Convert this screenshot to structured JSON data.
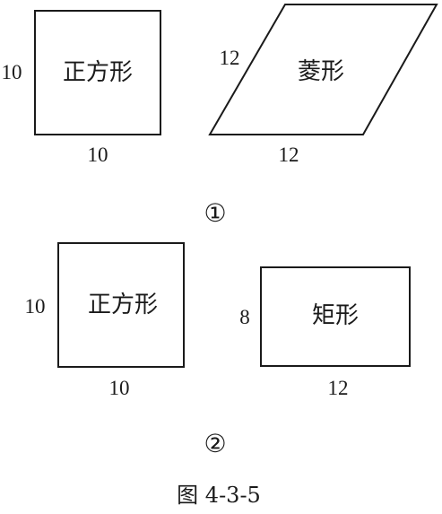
{
  "group1": {
    "marker": "①",
    "square": {
      "label": "正方形",
      "side_label": "10",
      "bottom_label": "10"
    },
    "rhombus": {
      "label": "菱形",
      "side_label": "12",
      "bottom_label": "12"
    }
  },
  "group2": {
    "marker": "②",
    "square": {
      "label": "正方形",
      "side_label": "10",
      "bottom_label": "10"
    },
    "rectangle": {
      "label": "矩形",
      "side_label": "8",
      "bottom_label": "12"
    }
  },
  "caption": "图 4-3-5"
}
